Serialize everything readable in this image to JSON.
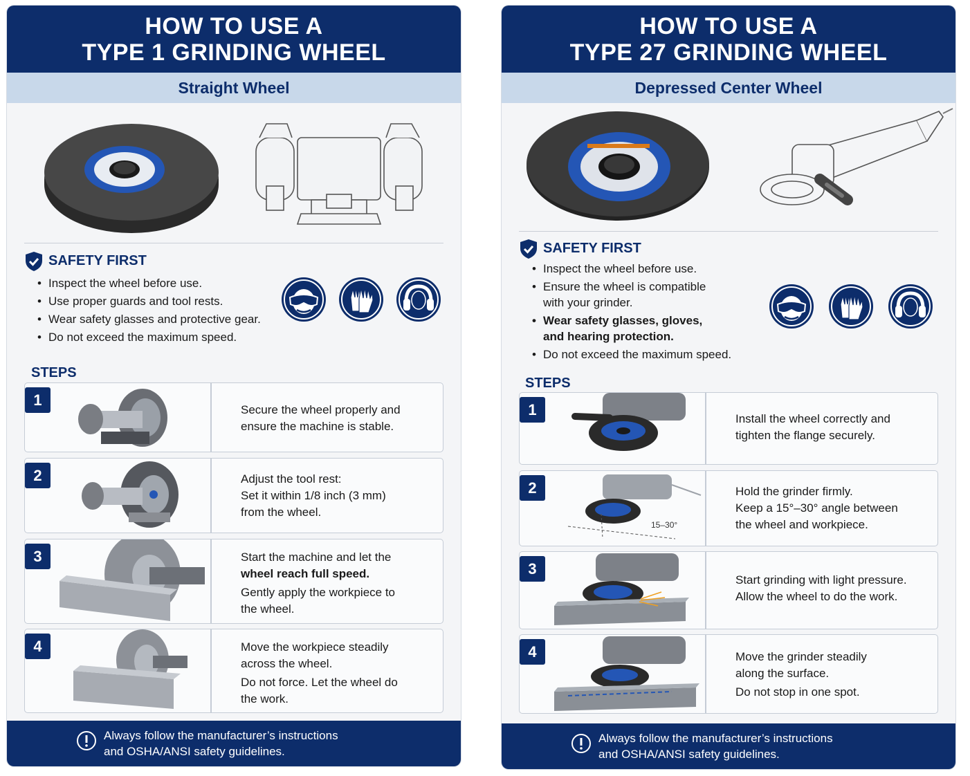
{
  "left": {
    "title_line1": "HOW TO USE A",
    "title_line2": "TYPE 1 GRINDING WHEEL",
    "subtitle": "Straight Wheel",
    "safety": {
      "title": "SAFETY FIRST",
      "items": [
        "Inspect the wheel before use.",
        "Use proper guards and tool rests.",
        "Wear safety glasses and protective gear.",
        "Do not exceed the maximum speed."
      ]
    },
    "steps_title": "STEPS",
    "steps": [
      {
        "num": "1",
        "lines": [
          "Secure the wheel properly and",
          "ensure the machine is stable."
        ]
      },
      {
        "num": "2",
        "lines": [
          "Adjust the tool rest:",
          "Set it within 1/8 inch (3 mm)",
          "from the wheel."
        ]
      },
      {
        "num": "3",
        "lines": [
          "Start the machine and let the",
          "wheel reach full speed.",
          "Gently apply the workpiece to",
          "the wheel."
        ]
      },
      {
        "num": "4",
        "lines": [
          "Move the workpiece steadily",
          "across the wheel.",
          "Do not force. Let the wheel do",
          "the work."
        ]
      }
    ],
    "footer_line1": "Always follow the manufacturer’s instructions",
    "footer_line2": "and OSHA/ANSI safety guidelines."
  },
  "right": {
    "title_line1": "HOW TO USE A",
    "title_line2": "TYPE 27 GRINDING WHEEL",
    "subtitle": "Depressed Center Wheel",
    "safety": {
      "title": "SAFETY FIRST",
      "items": [
        "Inspect the wheel before use.",
        "Ensure the wheel is compatible with your grinder.",
        "Wear safety glasses, gloves, and hearing protection.",
        "Do not exceed the maximum speed."
      ]
    },
    "steps_title": "STEPS",
    "step2_angle_label": "15–30°",
    "steps": [
      {
        "num": "1",
        "lines": [
          "Install the wheel correctly and",
          "tighten the flange securely."
        ]
      },
      {
        "num": "2",
        "lines": [
          "Hold the grinder firmly.",
          "Keep a 15°–30° angle between",
          "the wheel and workpiece."
        ]
      },
      {
        "num": "3",
        "lines": [
          "Start grinding with light pressure.",
          "Allow the wheel to do the work."
        ]
      },
      {
        "num": "4",
        "lines": [
          "Move the grinder steadily",
          "along the surface.",
          "Do not stop in one spot."
        ]
      }
    ],
    "footer_line1": "Always follow the manufacturer’s instructions",
    "footer_line2": "and OSHA/ANSI safety guidelines."
  },
  "colors": {
    "navy": "#0d2d6b",
    "light_blue": "#c8d8ea",
    "panel_bg": "#f4f5f7"
  }
}
